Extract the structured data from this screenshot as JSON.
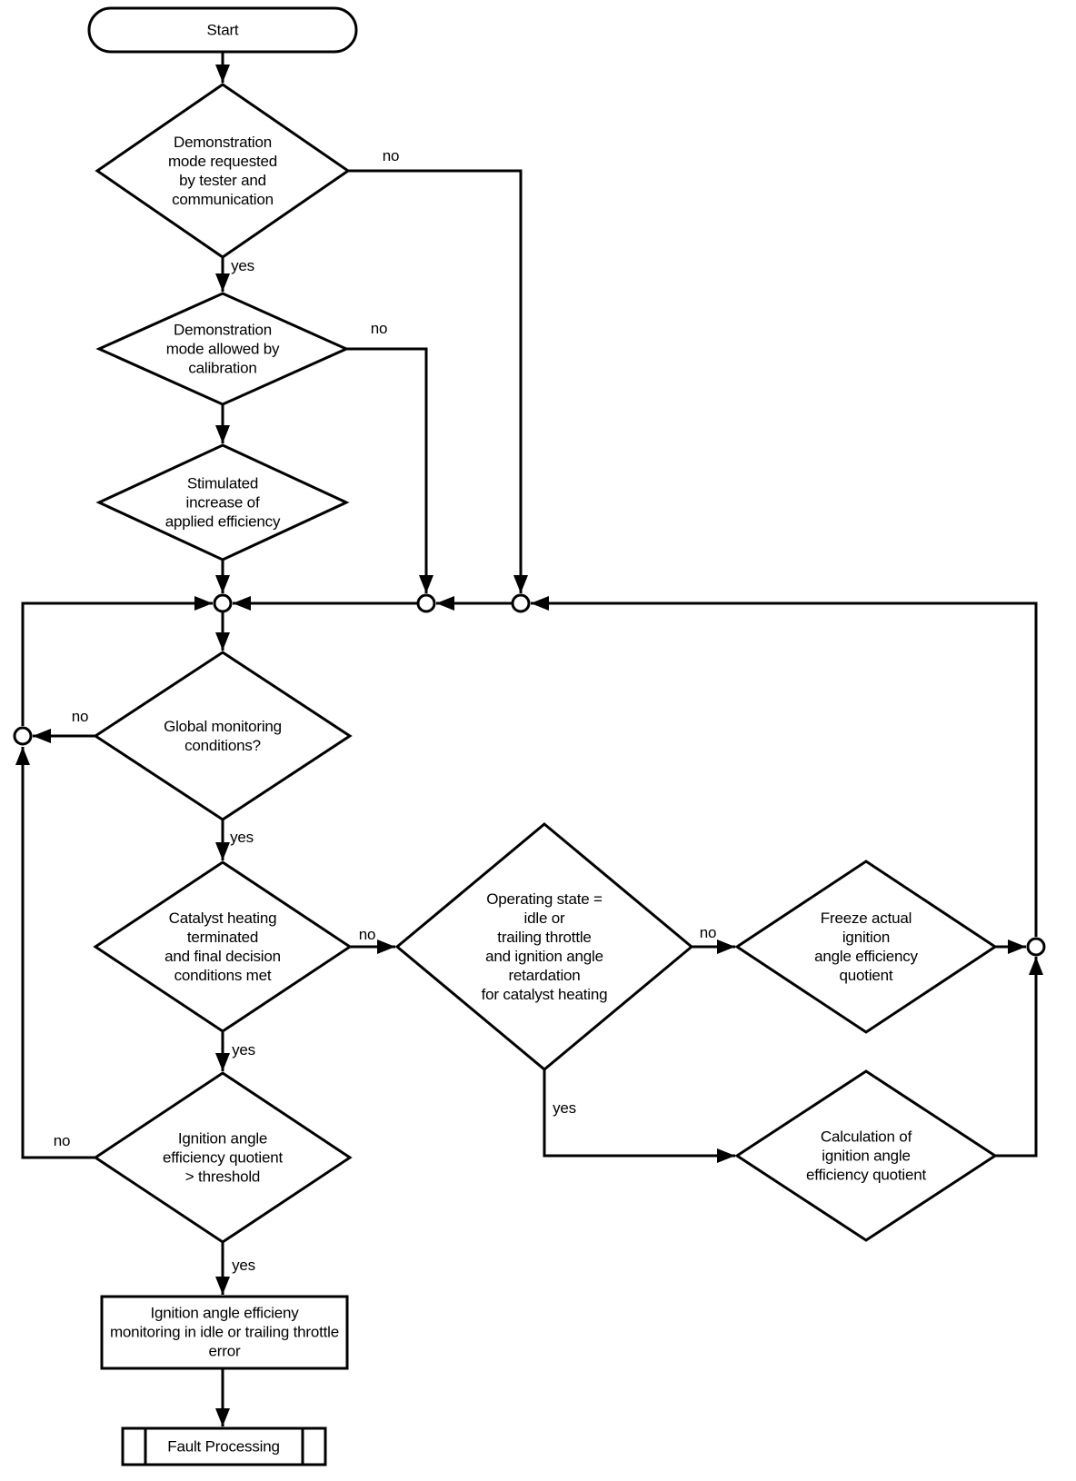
{
  "diagram": {
    "background_color": "#ffffff",
    "line_color": "#000000",
    "nodes": {
      "start": {
        "type": "terminator",
        "label": "Start"
      },
      "demo_requested": {
        "type": "decision",
        "label": "Demonstration\nmode requested\nby tester and\ncommunication"
      },
      "demo_allowed": {
        "type": "decision",
        "label": "Demonstration\nmode allowed by\ncalibration"
      },
      "stimulated": {
        "type": "decision",
        "label": "Stimulated\nincrease of\napplied efficiency"
      },
      "global_monitoring": {
        "type": "decision",
        "label": "Global monitoring\nconditions?"
      },
      "catalyst_heating": {
        "type": "decision",
        "label": "Catalyst heating\nterminated\nand final decision\nconditions met"
      },
      "operating_state": {
        "type": "decision",
        "label": "Operating state =\nidle or\ntrailing throttle\nand ignition angle\nretardation\nfor catalyst heating"
      },
      "freeze_quotient": {
        "type": "decision",
        "label": "Freeze actual\nignition\nangle efficiency\nquotient"
      },
      "calc_quotient": {
        "type": "decision",
        "label": "Calculation of\nignition angle\nefficiency quotient"
      },
      "threshold": {
        "type": "decision",
        "label": "Ignition angle\nefficiency quotient\n> threshold"
      },
      "error_box": {
        "type": "process",
        "label": "Ignition angle efficieny\nmonitoring in idle or trailing throttle\nerror"
      },
      "fault_processing": {
        "type": "predefined-process",
        "label": "Fault Processing"
      }
    },
    "edge_labels": {
      "demo_requested_yes": "yes",
      "demo_requested_no": "no",
      "demo_allowed_no": "no",
      "global_yes": "yes",
      "global_no": "no",
      "catalyst_yes": "yes",
      "catalyst_no": "no",
      "operating_yes": "yes",
      "operating_no": "no",
      "threshold_yes": "yes",
      "threshold_no": "no"
    }
  }
}
